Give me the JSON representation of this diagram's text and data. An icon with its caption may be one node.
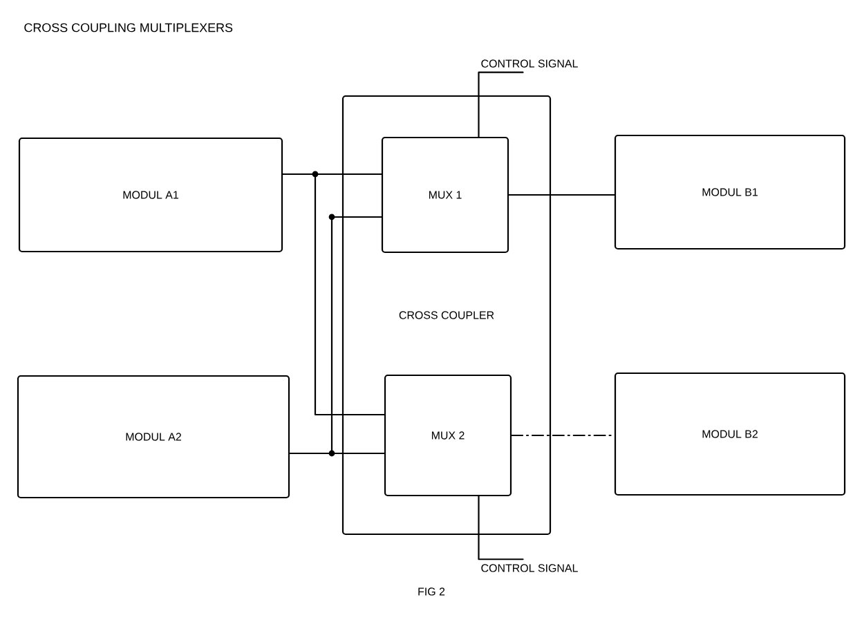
{
  "diagram": {
    "title": "CROSS COUPLING MULTIPLEXERS",
    "caption": "FIG 2",
    "nodes": [
      {
        "text": [
          "MODUL A1"
        ]
      },
      {
        "text": [
          "CROSS COUPLER"
        ]
      },
      {
        "text": [
          "MUX 1"
        ],
        "in": 1
      },
      {
        "text": [
          "MUX 2"
        ],
        "in": 1
      },
      {
        "text": [
          "MODUL B1"
        ]
      },
      {
        "text": [
          "MODUL A2"
        ]
      },
      {
        "text": [
          "MODUL B2"
        ]
      },
      {
        "text": [
          "CONTROL SIGNAL"
        ]
      },
      {
        "text": [
          "CONTROL SIGNAL"
        ]
      }
    ],
    "edges": [
      {
        "from": 0,
        "to": 2,
        "arrow": "none"
      },
      {
        "from": 0,
        "to": 3,
        "arrow": "none"
      },
      {
        "from": 5,
        "to": 2,
        "arrow": "none"
      },
      {
        "from": 5,
        "to": 3,
        "arrow": "none"
      },
      {
        "from": 2,
        "to": 4,
        "arrow": "none"
      },
      {
        "from": 3,
        "to": 6,
        "arrow": "none",
        "style": "dashed"
      },
      {
        "from": 7,
        "to": 2,
        "arrow": "none"
      },
      {
        "from": 8,
        "to": 3,
        "arrow": "none"
      }
    ]
  }
}
